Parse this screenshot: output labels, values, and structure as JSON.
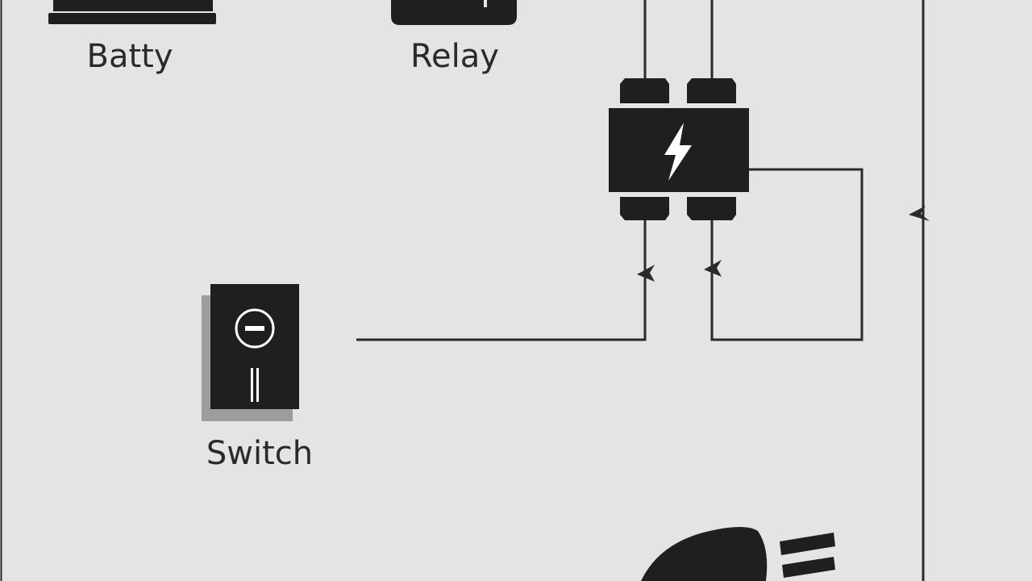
{
  "diagram": {
    "labels": {
      "battery": "Batty",
      "relay": "Relay",
      "switch": "Switch"
    },
    "colors": {
      "background": "#e4e4e4",
      "ink": "#2a2a2a",
      "component": "#1f1f1f",
      "shadow": "#9c9c9c",
      "symbol": "#ffffff"
    },
    "icons": [
      "battery-icon",
      "relay-icon",
      "junction-relay-icon",
      "lightning-icon",
      "toggle-switch-icon",
      "headlight-icon"
    ]
  }
}
